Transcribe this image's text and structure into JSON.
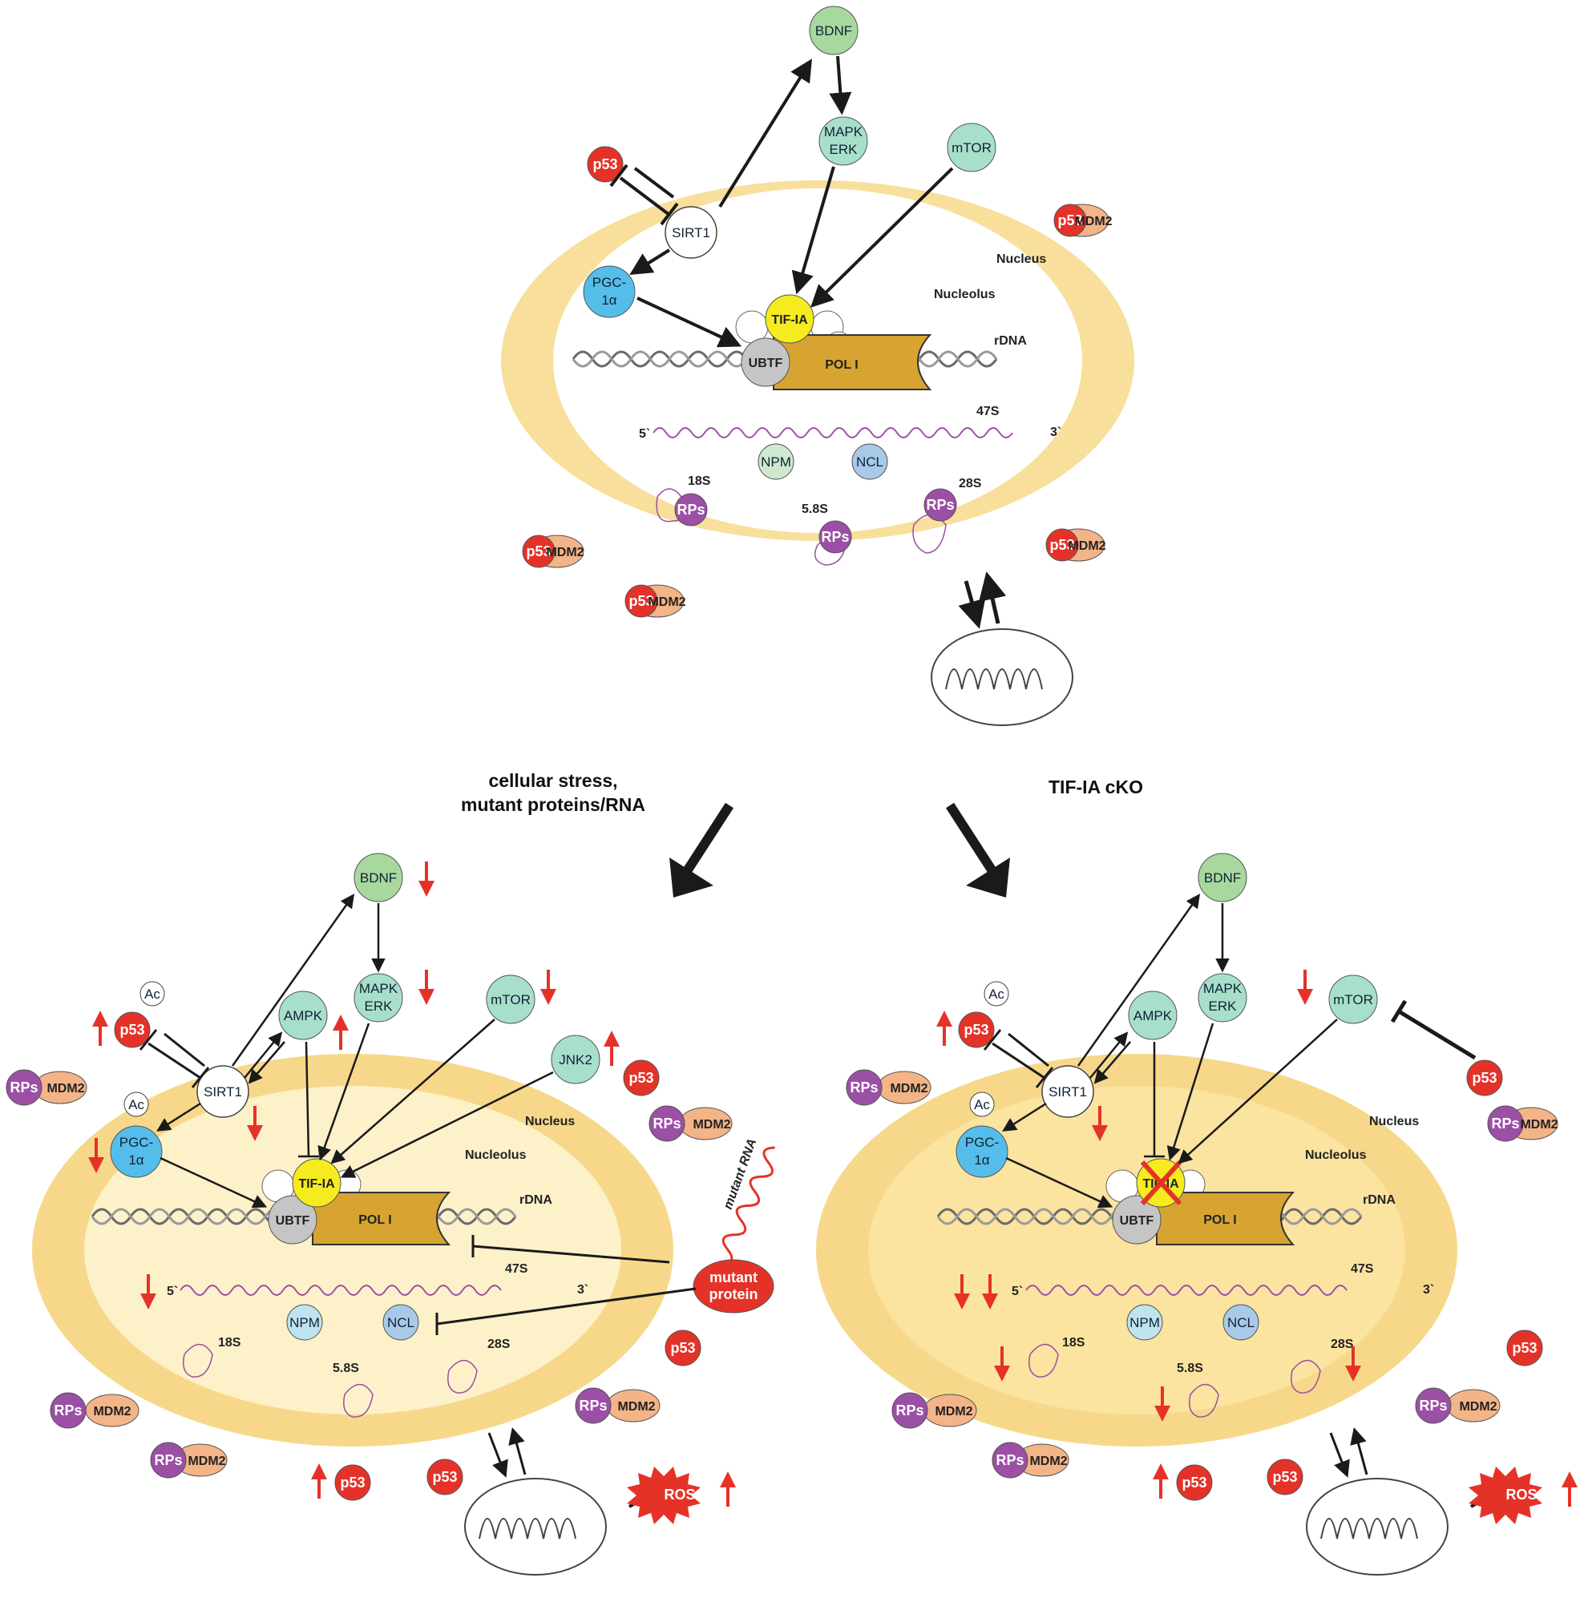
{
  "labels": {
    "bdnf": "BDNF",
    "mapk": "MAPK",
    "erk": "ERK",
    "mtor": "mTOR",
    "p53": "p53",
    "mdm2": "MDM2",
    "sirt1": "SIRT1",
    "pgc_line1": "PGC-",
    "pgc_line2": "1α",
    "tifia": "TIF-IA",
    "ubtf": "UBTF",
    "pol1": "POL I",
    "rdna": "rDNA",
    "nucleus": "Nucleus",
    "nucleolus": "Nucleolus",
    "s47": "47S",
    "five_prime": "5`",
    "three_prime": "3`",
    "npm": "NPM",
    "ncl": "NCL",
    "s18": "18S",
    "s58": "5.8S",
    "s28": "28S",
    "rps": "RPs",
    "ampk": "AMPK",
    "jnk2": "JNK2",
    "ac": "Ac",
    "ros": "ROS",
    "mutant_rna": "mutant RNA",
    "mutant_protein_line1": "mutant",
    "mutant_protein_line2": "protein"
  },
  "transitions": {
    "left_line1": "cellular stress,",
    "left_line2": "mutant proteins/RNA",
    "right": "TIF-IA cKO"
  },
  "colors": {
    "p53": "#e53228",
    "mdm2": "#f3b487",
    "rps": "#9b4fa5",
    "signal_green": "#a8d89e",
    "signal_teal": "#a7dfcb",
    "pgc": "#55bde9",
    "tifia": "#f5eb1e",
    "pol1": "#d7a431",
    "ubtf": "#c5c5c5",
    "nucleus_ring": "#f8df9b",
    "increase_decrease_arrow": "#e53228"
  }
}
